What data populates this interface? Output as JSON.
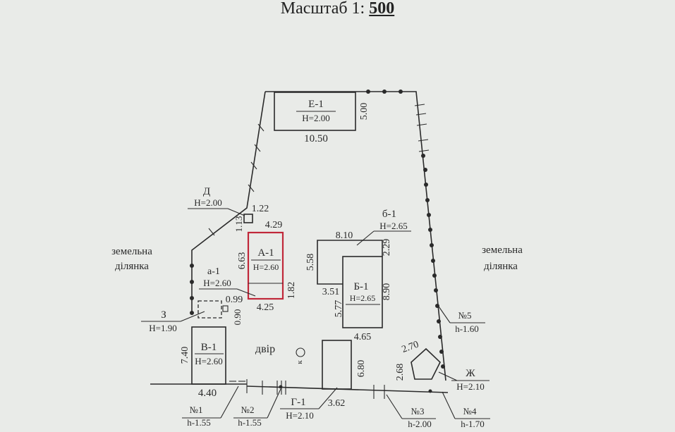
{
  "scale_label": "Масштаб 1:",
  "scale_value": "500",
  "buildings": {
    "e1": {
      "name": "Е-1",
      "height": "H=2.00",
      "width": "10.50",
      "depth": "5.00"
    },
    "a1_main": {
      "name": "А-1",
      "height": "H=2.60",
      "left": "6.63",
      "right": "1.82",
      "bottom": "4.25",
      "top": "4.29"
    },
    "a1_ext": {
      "name": "а-1",
      "height": "H=2.60"
    },
    "b1_small": {
      "name": "б-1",
      "height": "H=2.65",
      "top": "8.10",
      "left": "5.58",
      "right": "2.29",
      "inner": "3.51"
    },
    "b1_main": {
      "name": "Б-1",
      "height": "H=2.65",
      "left": "5.77",
      "right": "8.90",
      "bottom": "4.65"
    },
    "v1": {
      "name": "В-1",
      "height": "H=2.60",
      "left": "7.40",
      "bottom": "4.40"
    },
    "g1": {
      "name": "Г-1",
      "height": "H=2.10",
      "right": "6.80",
      "bottom": "3.62"
    },
    "d": {
      "name": "Д",
      "height": "H=2.00",
      "w": "1.22",
      "h": "1.13"
    },
    "z": {
      "name": "З",
      "height": "H=1.90",
      "w": "0.99",
      "h": "0.90"
    },
    "zh": {
      "name": "Ж",
      "height": "H=2.10",
      "top": "2.70",
      "left": "2.68"
    }
  },
  "labels": {
    "land_left_1": "земельна",
    "land_left_2": "ділянка",
    "land_right_1": "земельна",
    "land_right_2": "ділянка",
    "yard": "двір",
    "well": "к"
  },
  "fences": [
    {
      "no": "№1",
      "h": "h-1.55"
    },
    {
      "no": "№2",
      "h": "h-1.55"
    },
    {
      "no": "№3",
      "h": "h-2.00"
    },
    {
      "no": "№4",
      "h": "h-1.70"
    },
    {
      "no": "№5",
      "h": "h-1.60"
    }
  ],
  "colors": {
    "highlight": "#c0283a",
    "ink": "#2a2a2a",
    "paper": "#e9ebe8"
  }
}
